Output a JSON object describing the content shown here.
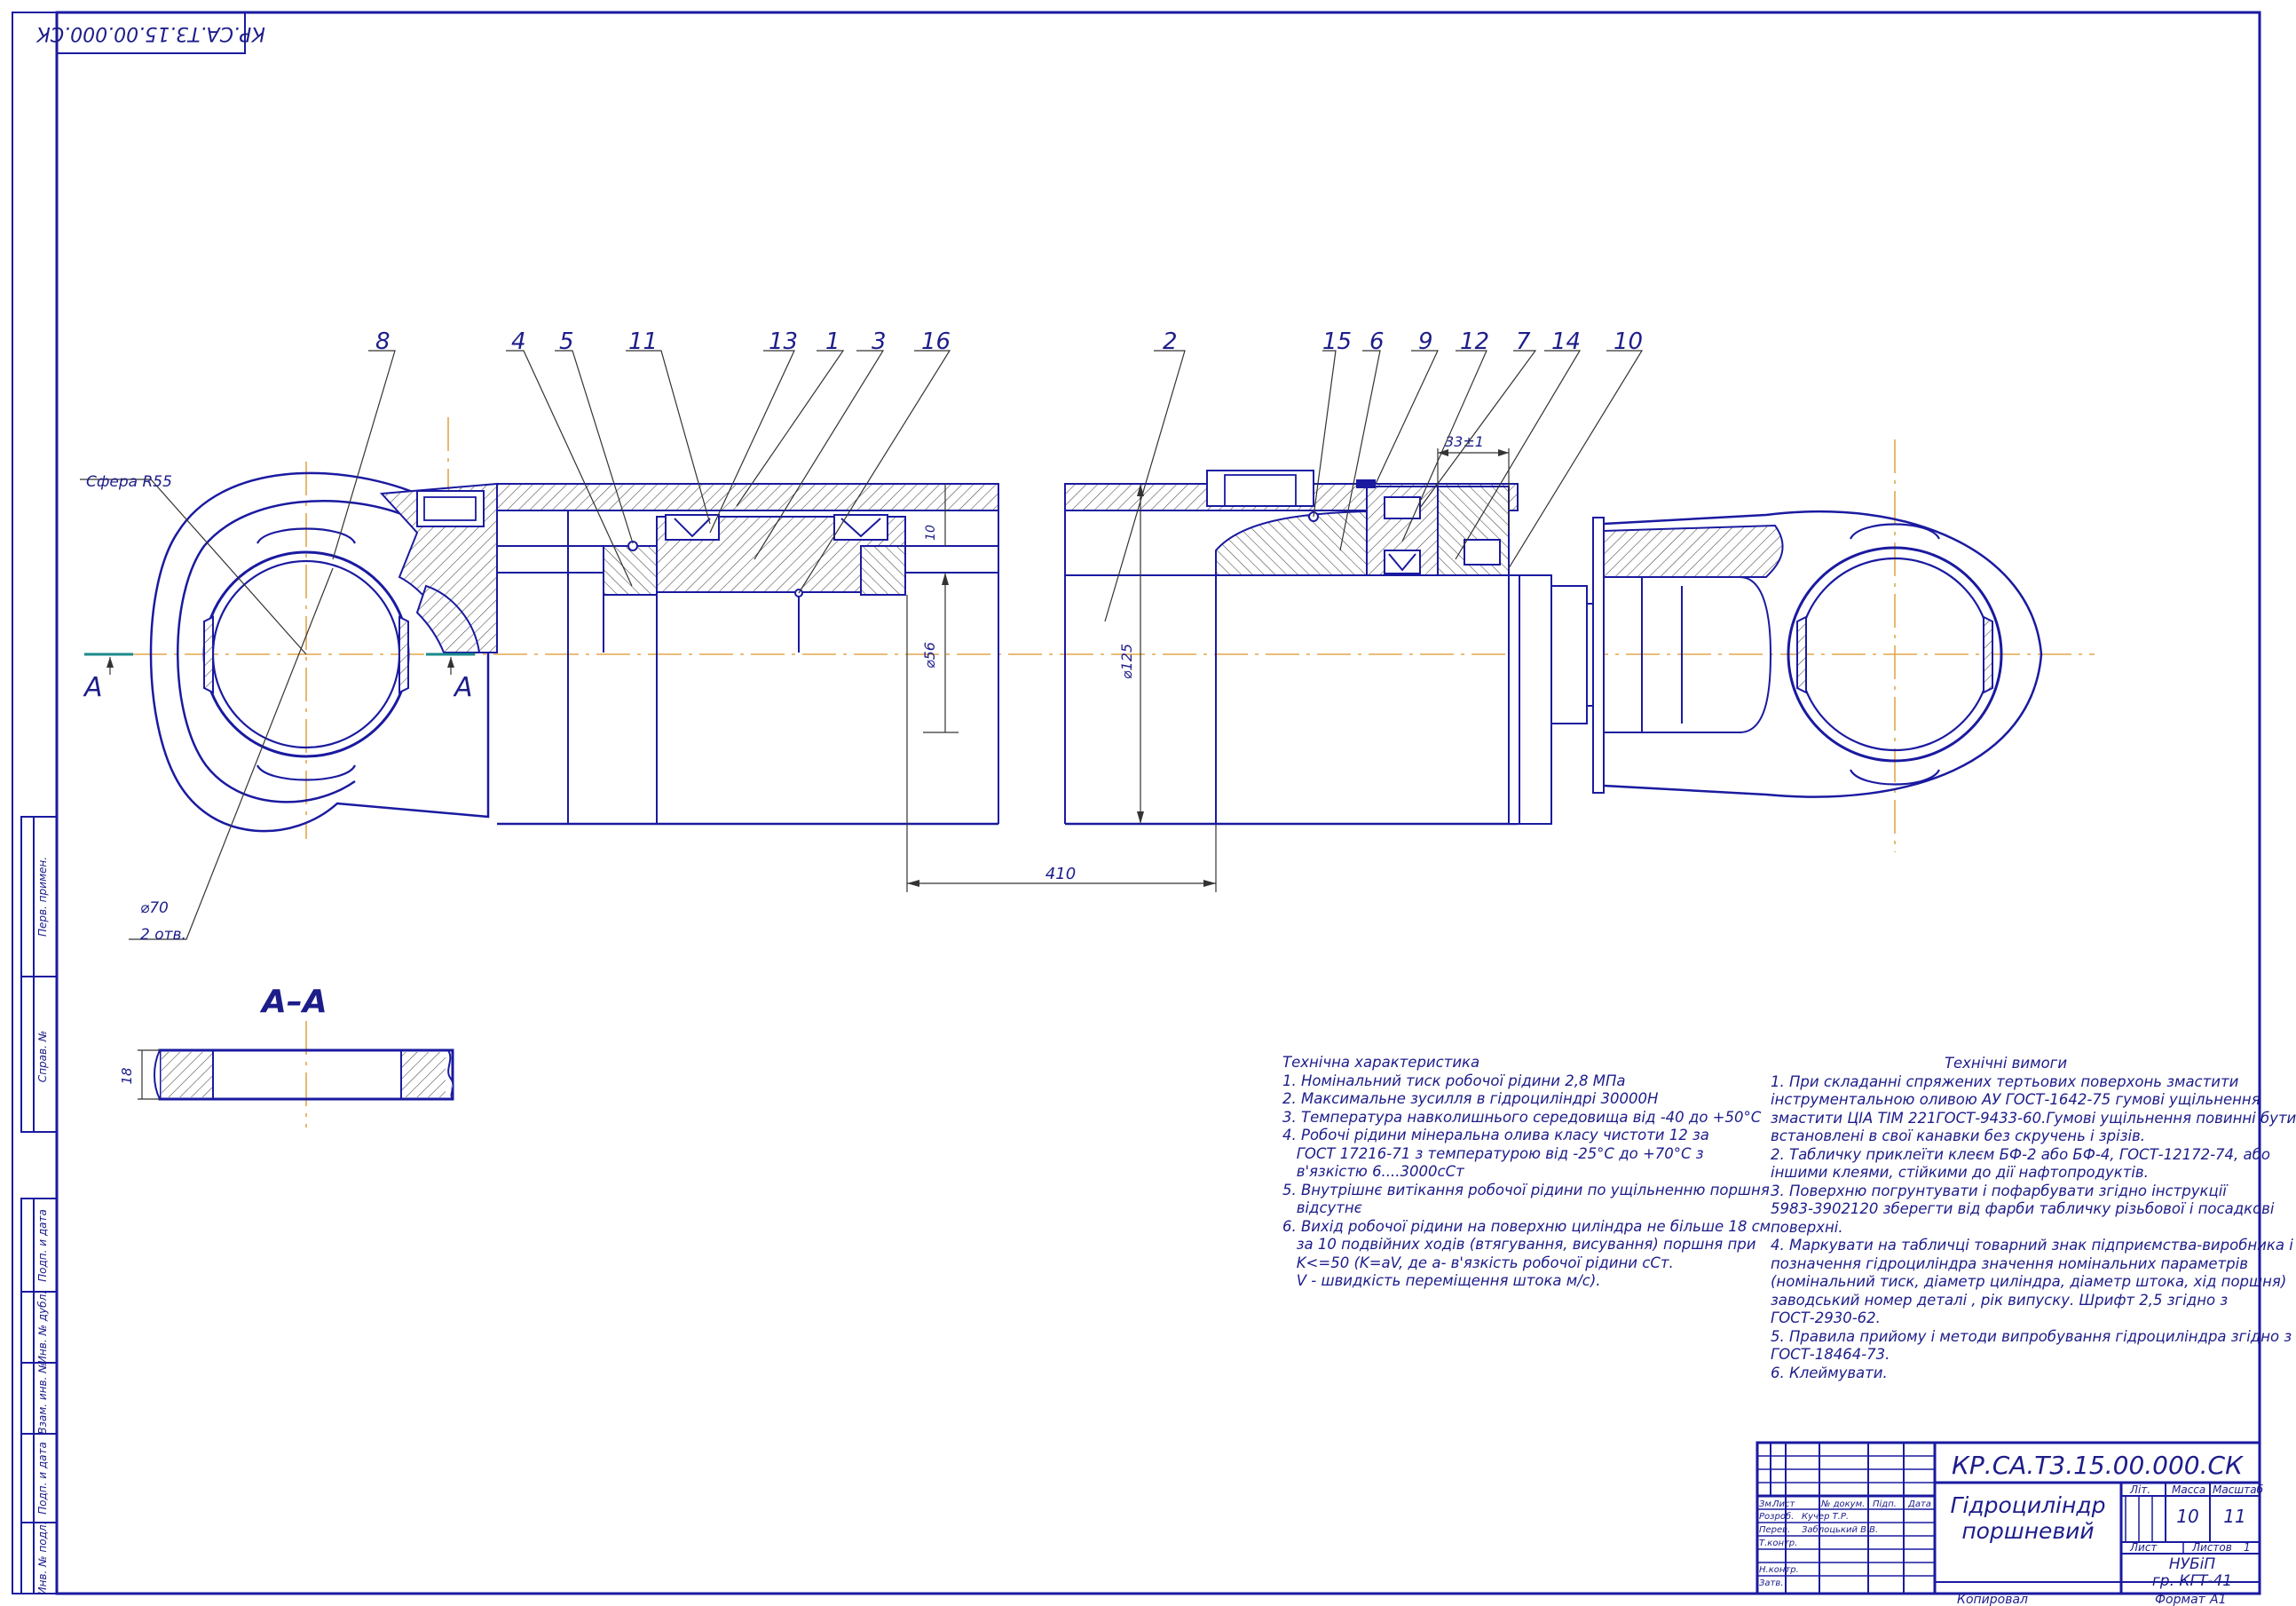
{
  "corner_stamp": "КР.СА.Т3.15.00.000.СК",
  "callouts": [
    "8",
    "4",
    "5",
    "11",
    "13",
    "1",
    "3",
    "16",
    "2",
    "15",
    "6",
    "9",
    "12",
    "7",
    "14",
    "10"
  ],
  "labels": {
    "sphere": "Сфера R55",
    "hole_dia": "⌀70",
    "hole_count": "2 отв.",
    "section_mark": "А",
    "section_title": "А–А",
    "dim_length": "410",
    "dim_offset": "33±1",
    "dim_d125": "⌀125",
    "dim_d56": "⌀56",
    "dim_10": "10",
    "dim_18": "18"
  },
  "tech_char": {
    "title": "Технічна характеристика",
    "lines": [
      "1. Номінальний тиск робочої рідини 2,8 МПа",
      "2. Максимальне зусилля в гідроциліндрі 30000Н",
      "3. Температура навколишнього середовища від -40 до +50°С",
      "4. Робочі рідини мінеральна олива класу чистоти 12 за",
      "   ГОСТ 17216-71 з температурою від -25°С до +70°С з",
      "   в'язкістю 6....3000сСт",
      "5. Внутрішнє витікання робочої рідини по ущільненню поршня",
      "   відсутнє",
      "6. Вихід робочої рідини на поверхню циліндра не більше 18 см",
      "   за 10 подвійних ходів (втягування, висування) поршня при",
      "   K<=50 (K=aV, де a- в'язкість робочої рідини сСт.",
      "   V - швидкість переміщення штока м/с)."
    ]
  },
  "tech_req": {
    "title": "Технічні вимоги",
    "lines": [
      "1. При складанні спряжених тертьових поверхонь змастити",
      "інструментальною оливою АУ ГОСТ-1642-75 гумові ущільнення",
      "змастити ЦІА ТІМ 221ГОСТ-9433-60.Гумові ущільнення повинні бути",
      "встановлені в свої канавки без скручень і зрізів.",
      "2. Табличку приклеїти клеєм БФ-2 або БФ-4, ГОСТ-12172-74, або",
      "іншими клеями, стійкими до дії нафтопродуктів.",
      "3. Поверхню погрунтувати і пофарбувати згідно інструкції",
      "5983-3902120 зберегти від фарби табличку різьбової і посадкові",
      "поверхні.",
      "4. Маркувати на табличці товарний знак підприємства-виробника і",
      "позначення гідроциліндра значення номінальних параметрів",
      "(номінальний тиск, діаметр циліндра, діаметр штока, хід поршня)",
      "заводський номер деталі , рік випуску. Шрифт 2,5 згідно з",
      "ГОСТ-2930-62.",
      "5. Правила прийому і методи випробування гідроциліндра згідно з",
      "ГОСТ-18464-73.",
      "6. Клеймувати."
    ]
  },
  "title_block": {
    "code": "КР.СА.Т3.15.00.000.СК",
    "name_line1": "Гідроциліндр",
    "name_line2": "поршневий",
    "head_izm": "Зм.",
    "head_list": "Лист",
    "head_doc": "№ докум.",
    "head_sign": "Підп.",
    "head_date": "Дата",
    "role_dev": "Розроб.",
    "role_check": "Перев.",
    "role_tcontr": "Т.контр.",
    "role_ncontr": "Н.контр.",
    "role_appr": "Затв.",
    "dev_name": "Кучер Т.Р.",
    "check_name": "Заблоцький В.В.",
    "lit_label": "Літ.",
    "mass_label": "Масса",
    "scale_label": "Масштаб",
    "mass": "10",
    "scale": "11",
    "sheet_label": "Лист",
    "sheets_label": "Листов",
    "sheets": "1",
    "org1": "НУБіП",
    "org2": "гр. КГТ-41",
    "copied": "Копировал",
    "format_label": "Формат",
    "format": "А1"
  },
  "side_strip": [
    "Перв. примен.",
    "Справ. №",
    "Подп. и дата",
    "Инв. № дубл.",
    "Взам. инв. №",
    "Подп. и дата",
    "Инв. № подл."
  ]
}
